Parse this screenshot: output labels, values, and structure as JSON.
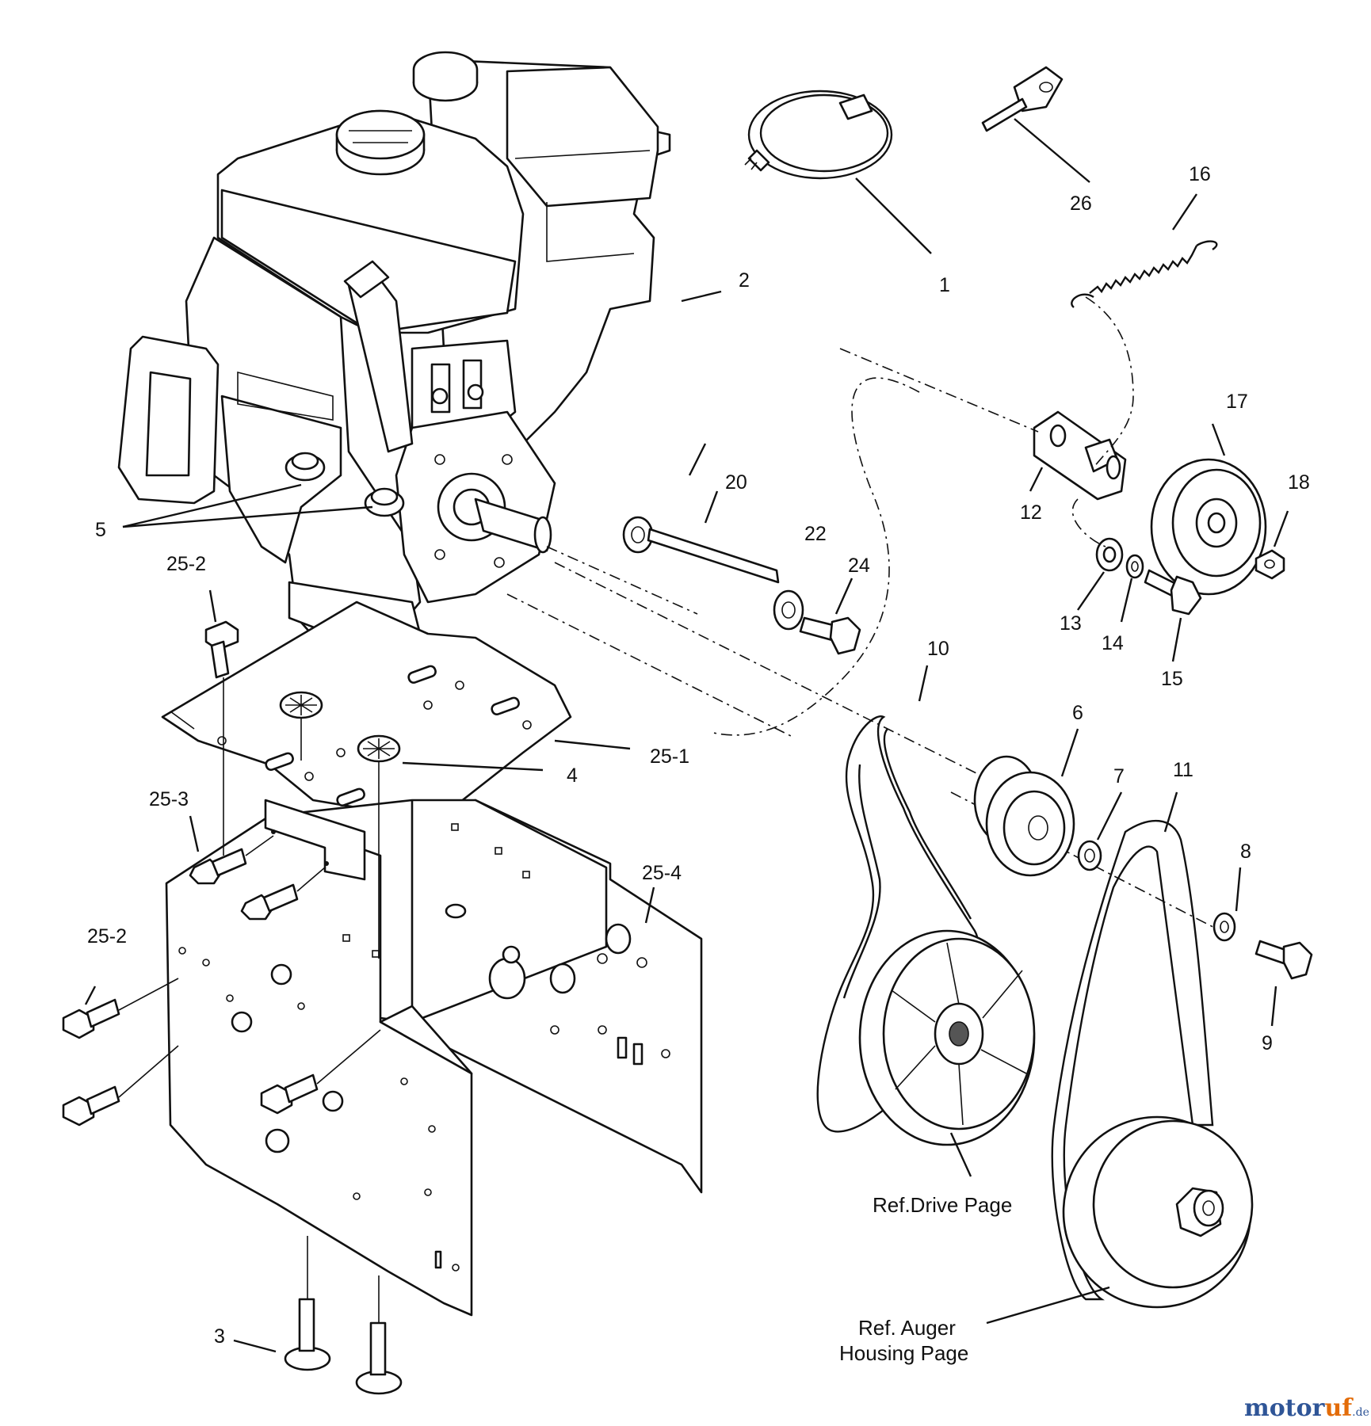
{
  "callouts": {
    "c1": "1",
    "c2": "2",
    "c3": "3",
    "c4": "4",
    "c5": "5",
    "c6": "6",
    "c7": "7",
    "c8": "8",
    "c9": "9",
    "c10": "10",
    "c11": "11",
    "c12": "12",
    "c13": "13",
    "c14": "14",
    "c15": "15",
    "c16": "16",
    "c17": "17",
    "c18": "18",
    "c20": "20",
    "c22": "22",
    "c24": "24",
    "c26": "26",
    "c25_1": "25-1",
    "c25_2a": "25-2",
    "c25_2b": "25-2",
    "c25_3": "25-3",
    "c25_4": "25-4"
  },
  "references": {
    "drive": "Ref.Drive Page",
    "auger_line1": "Ref. Auger",
    "auger_line2": "Housing Page"
  },
  "watermark": {
    "part1": "motor",
    "part2": "uf",
    "suffix": ".de"
  }
}
